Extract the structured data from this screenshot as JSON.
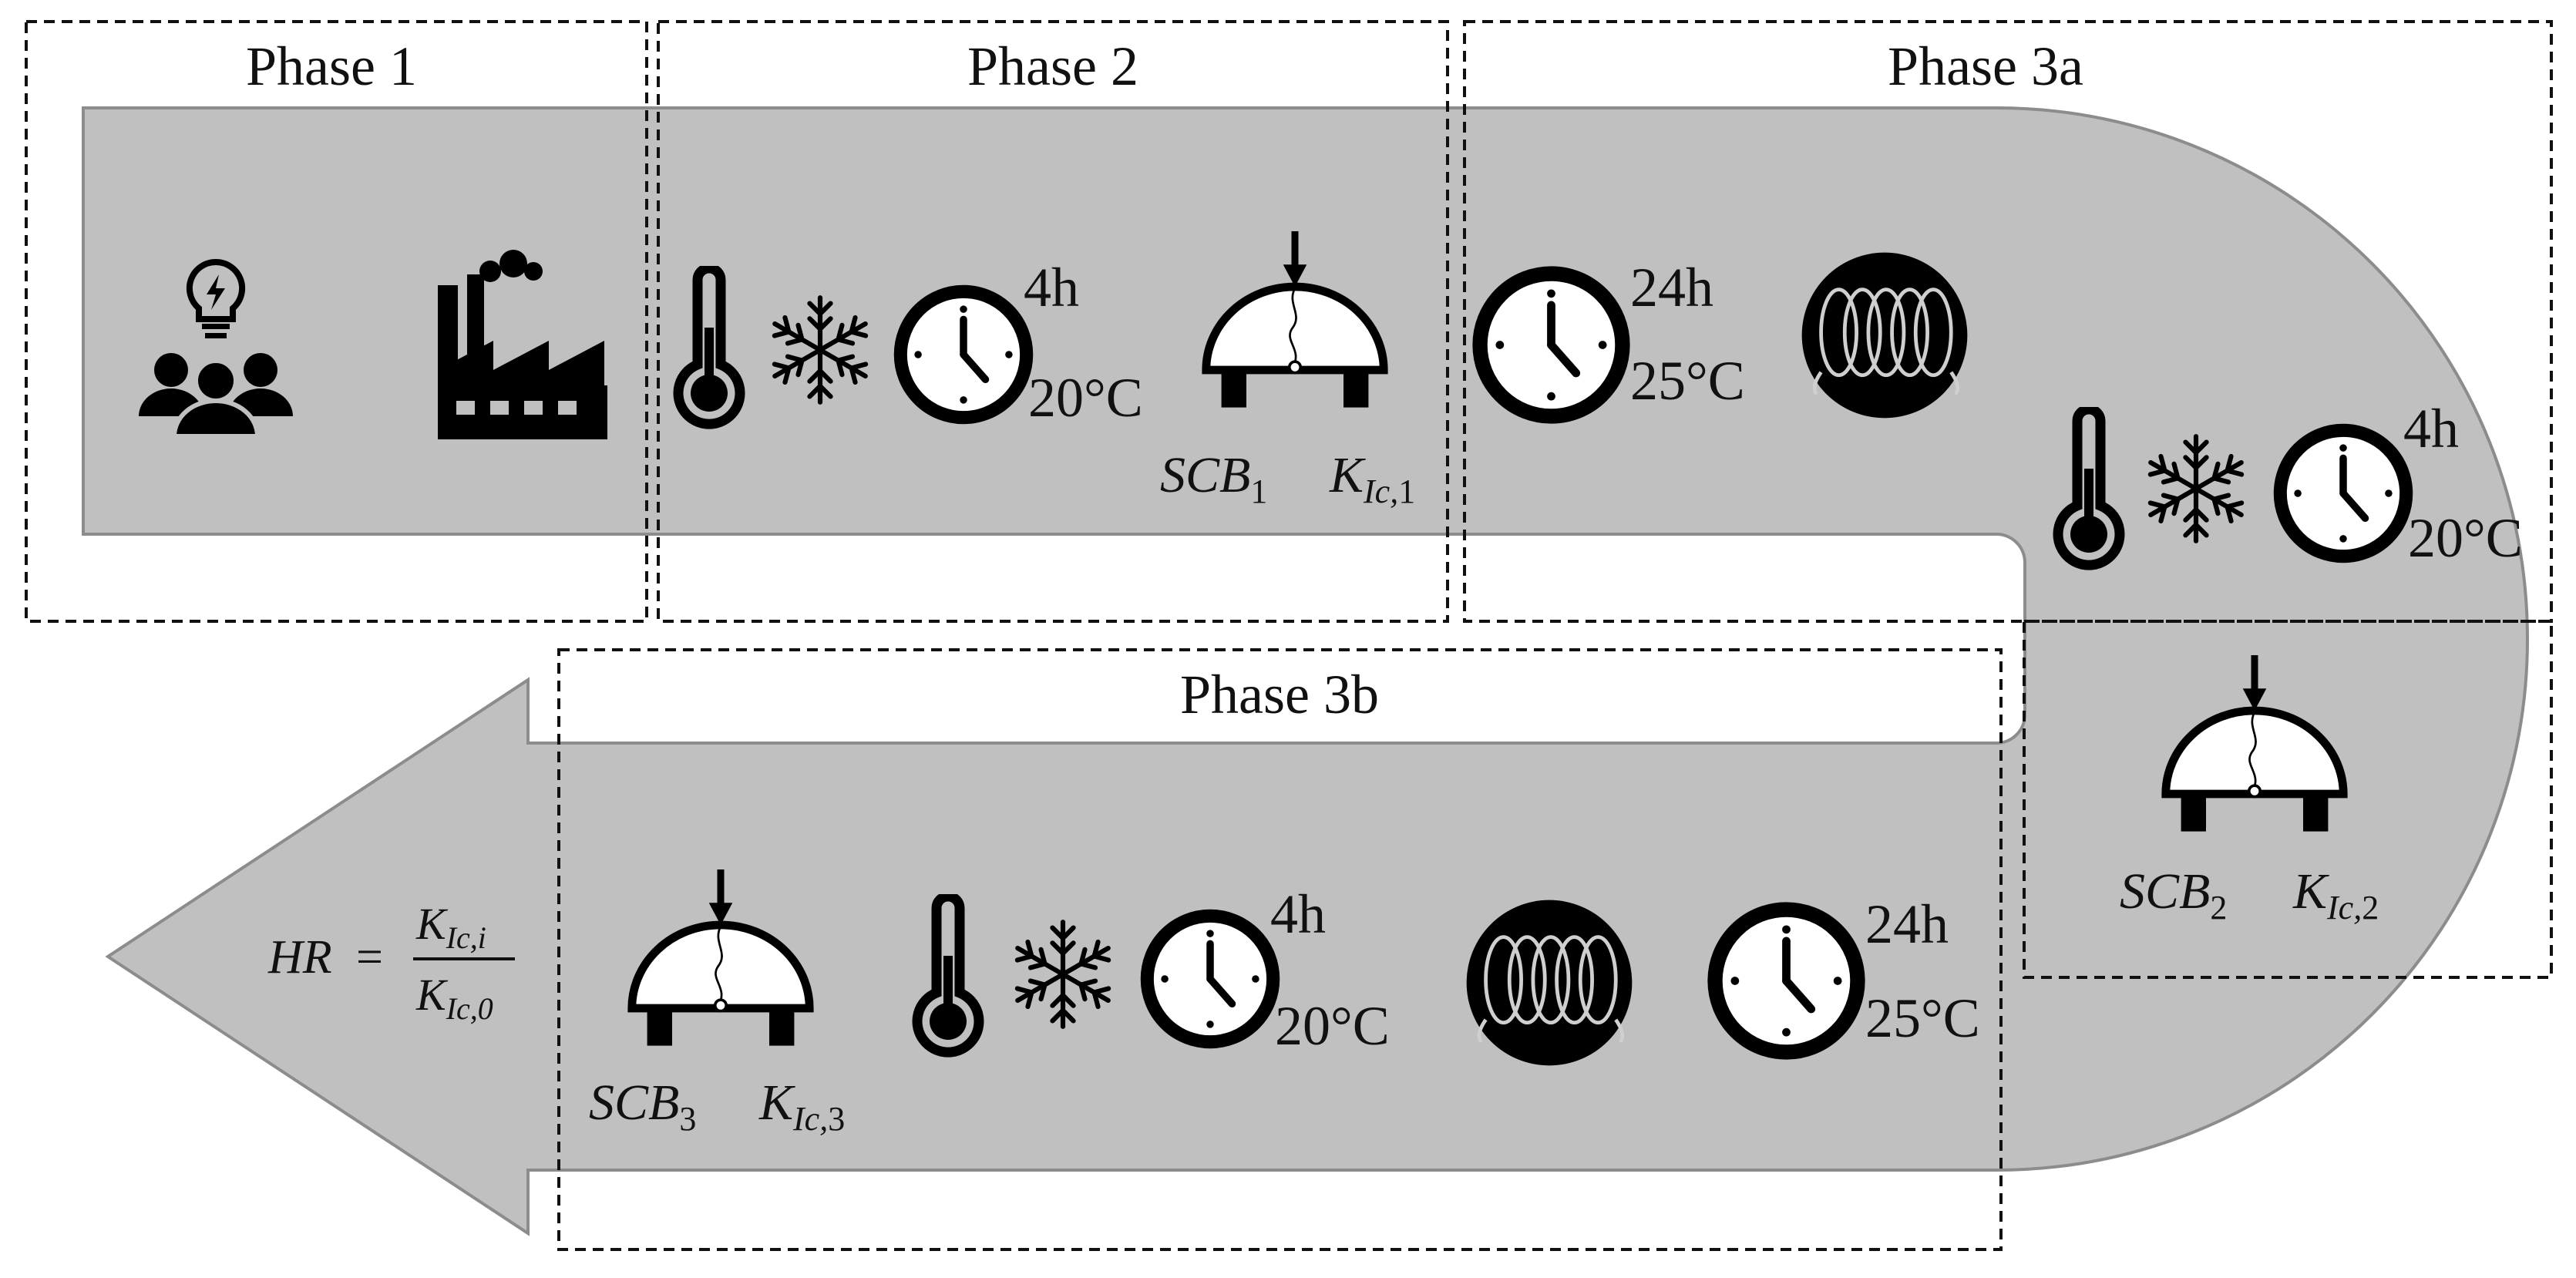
{
  "phases": {
    "p1": "Phase 1",
    "p2": "Phase 2",
    "p3a": "Phase 3a",
    "p3b": "Phase 3b"
  },
  "conditioning": {
    "short_time": "4h",
    "short_temp": "20°C",
    "long_time": "24h",
    "long_temp": "25°C"
  },
  "specimens": {
    "scb_base": "SCB",
    "k_base": "K",
    "k_sub_prefix": "Ic,",
    "s1": "1",
    "s2": "2",
    "s3": "3"
  },
  "formula": {
    "lhs": "HR",
    "eq": "=",
    "num_base": "K",
    "num_sub": "Ic,i",
    "den_base": "K",
    "den_sub": "Ic,0"
  },
  "icons": [
    "team-idea-icon",
    "factory-icon",
    "thermometer-icon",
    "snowflake-icon",
    "clock-icon",
    "scb-test-icon",
    "induction-coil-icon"
  ],
  "colors": {
    "arrow_fill": "#c0c0c0",
    "arrow_stroke": "#8c8c8c",
    "icon": "#000000"
  }
}
